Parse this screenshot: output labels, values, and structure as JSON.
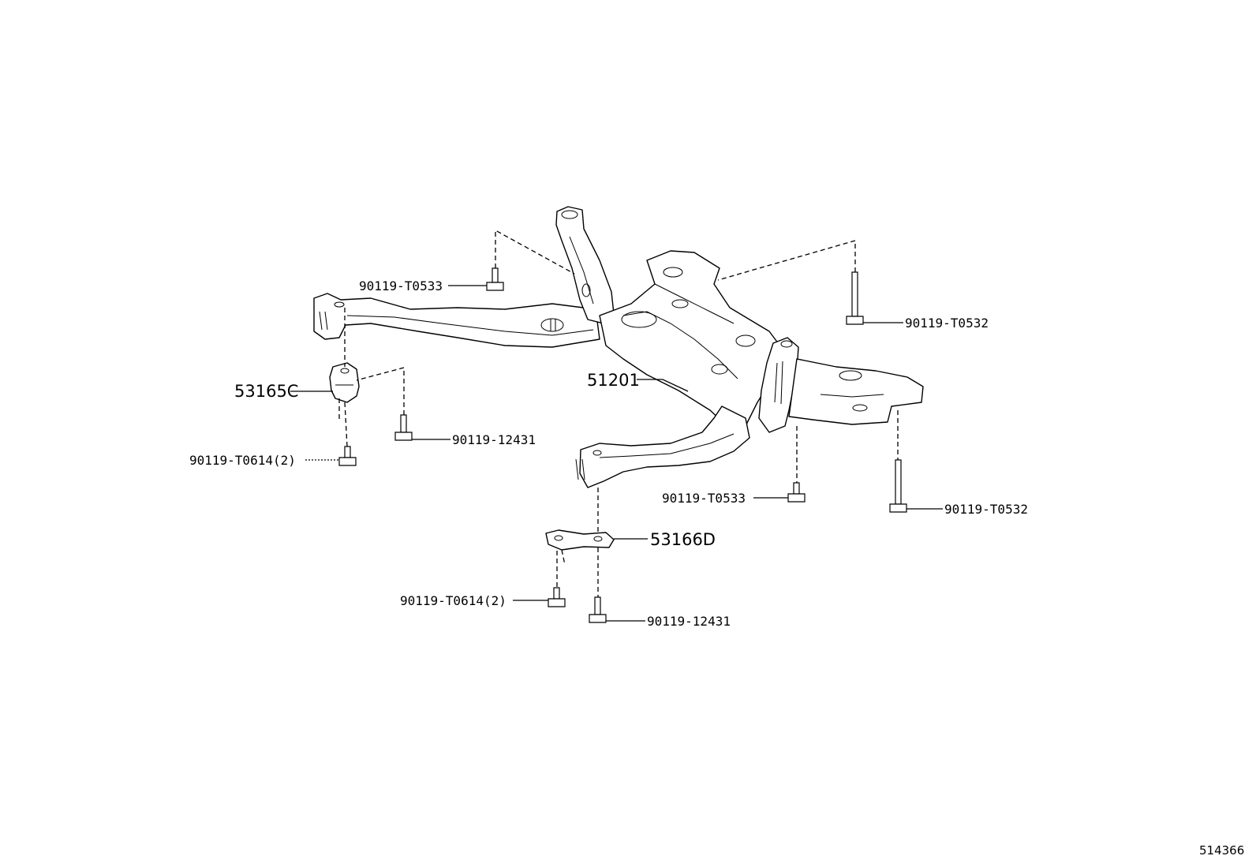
{
  "diagram_id": "514366",
  "callouts": [
    {
      "id": "c1",
      "text": "90119-T0533"
    },
    {
      "id": "c2",
      "text": "90119-T0532"
    },
    {
      "id": "c3",
      "text": "53165C"
    },
    {
      "id": "c4",
      "text": "51201"
    },
    {
      "id": "c5",
      "text": "90119-12431"
    },
    {
      "id": "c6",
      "text": "90119-T0614(2)"
    },
    {
      "id": "c7",
      "text": "90119-T0533"
    },
    {
      "id": "c8",
      "text": "90119-T0532"
    },
    {
      "id": "c9",
      "text": "53166D"
    },
    {
      "id": "c10",
      "text": "90119-T0614(2)"
    },
    {
      "id": "c11",
      "text": "90119-12431"
    }
  ]
}
